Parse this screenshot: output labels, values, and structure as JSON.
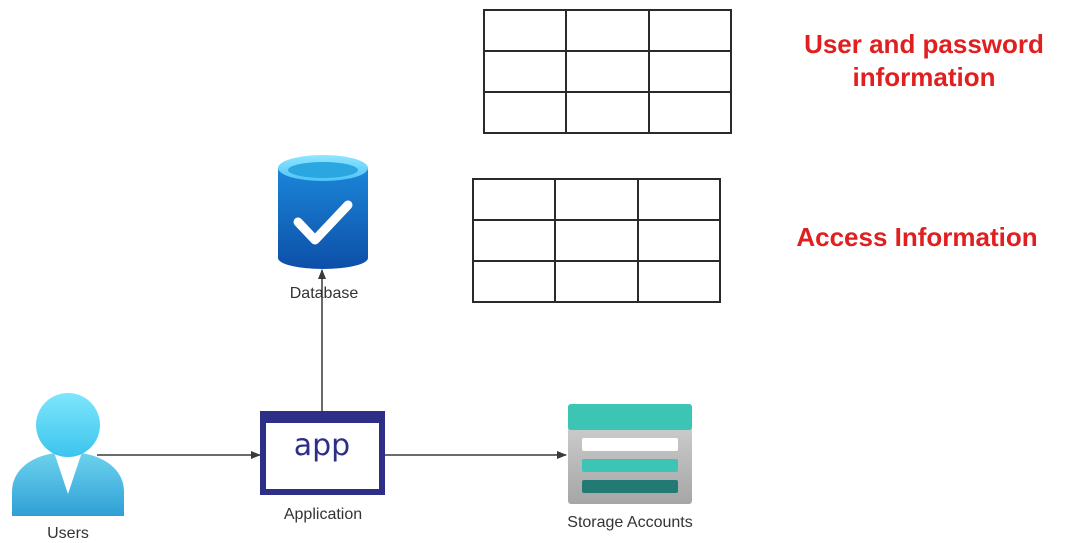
{
  "nodes": {
    "users": {
      "label": "Users"
    },
    "application": {
      "label": "Application",
      "icon_text": "app"
    },
    "database": {
      "label": "Database"
    },
    "storage": {
      "label": "Storage Accounts"
    }
  },
  "annotations": {
    "user_password_table": {
      "label": "User and password information"
    },
    "access_table": {
      "label": "Access Information"
    }
  },
  "colors": {
    "annotation_red": "#e02020",
    "app_navy": "#2d2f86",
    "db_blue": "#1565c0",
    "storage_teal": "#3cc4b4",
    "user_cyan": "#5ad4f0"
  },
  "icons": [
    "user-icon",
    "app-icon",
    "database-icon",
    "storage-icon"
  ]
}
